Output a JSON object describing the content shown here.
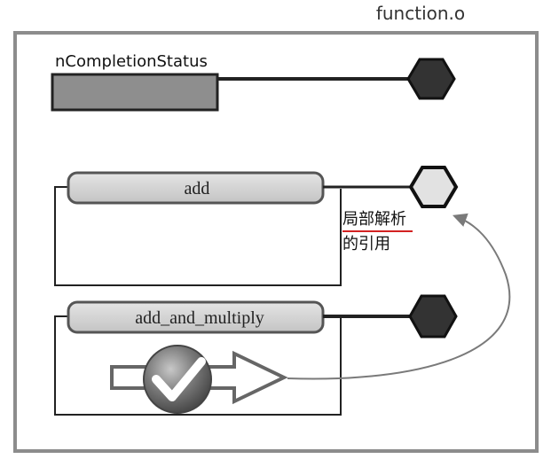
{
  "file_label": "function.o",
  "symbols": {
    "n_completion_status": "nCompletionStatus",
    "add": "add",
    "add_and_multiply": "add_and_multiply"
  },
  "annotation": {
    "line1": "局部解析",
    "line2": "的引用"
  },
  "colors": {
    "background": "#ffffff",
    "outer_frame": "#8c8c8c",
    "dark_bar_fill": "#8e8e8e",
    "pill_fill": "#d3d3d3",
    "hexagon_fill": "#333333",
    "hexagon_open_fill": "#e2e2e2",
    "line": "#222222",
    "annotation_underline": "#d32222",
    "arrow_curve": "#7a7a7a",
    "check_circle": "#6d6d6d",
    "check_mark": "#ffffff"
  }
}
